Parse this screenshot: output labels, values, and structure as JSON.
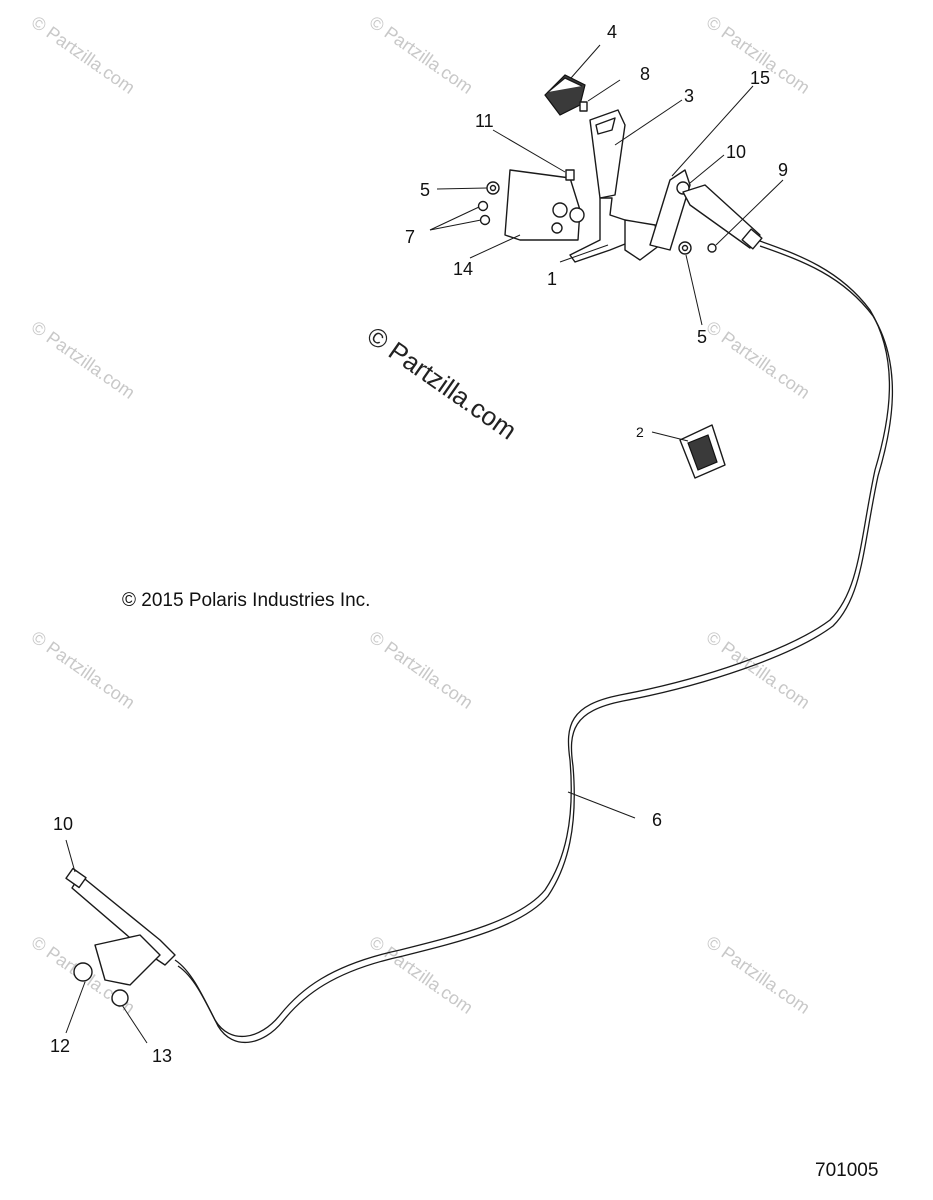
{
  "copyright": "© 2015 Polaris Industries Inc.",
  "diagram_id": "701005",
  "watermark_small": "© Partzilla.com",
  "watermark_center": "© Partzilla.com",
  "callouts": {
    "c1": "1",
    "c2": "2",
    "c3": "3",
    "c4": "4",
    "c5a": "5",
    "c5b": "5",
    "c6": "6",
    "c7": "7",
    "c8": "8",
    "c9": "9",
    "c10a": "10",
    "c10b": "10",
    "c11": "11",
    "c12": "12",
    "c13": "13",
    "c14": "14",
    "c15": "15"
  }
}
